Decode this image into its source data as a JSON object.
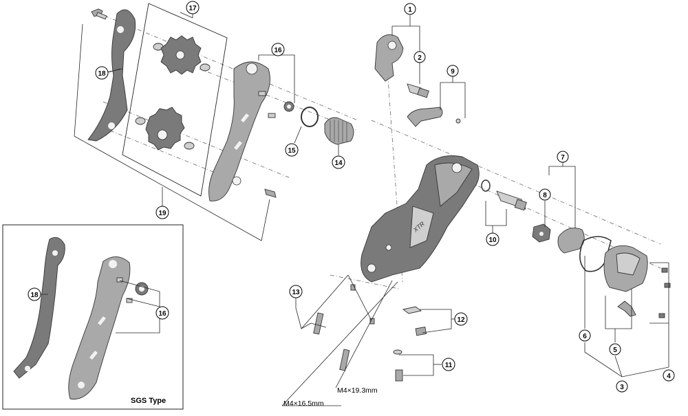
{
  "callouts": [
    {
      "id": "c1",
      "label": "1"
    },
    {
      "id": "c2",
      "label": "2"
    },
    {
      "id": "c3",
      "label": "3"
    },
    {
      "id": "c4",
      "label": "4"
    },
    {
      "id": "c5",
      "label": "5"
    },
    {
      "id": "c6",
      "label": "6"
    },
    {
      "id": "c7",
      "label": "7"
    },
    {
      "id": "c8",
      "label": "8"
    },
    {
      "id": "c9",
      "label": "9"
    },
    {
      "id": "c10",
      "label": "10"
    },
    {
      "id": "c11",
      "label": "11"
    },
    {
      "id": "c12",
      "label": "12"
    },
    {
      "id": "c13",
      "label": "13"
    },
    {
      "id": "c14",
      "label": "14"
    },
    {
      "id": "c15",
      "label": "15"
    },
    {
      "id": "c16",
      "label": "16"
    },
    {
      "id": "c17",
      "label": "17"
    },
    {
      "id": "c18",
      "label": "18"
    },
    {
      "id": "c19",
      "label": "19"
    },
    {
      "id": "c16b",
      "label": "16"
    },
    {
      "id": "c18b",
      "label": "18"
    }
  ],
  "dimensions": {
    "bolt_long": "M4×19.3mm",
    "bolt_short": "M4×16.5mm"
  },
  "inset": {
    "title": "SGS Type"
  }
}
